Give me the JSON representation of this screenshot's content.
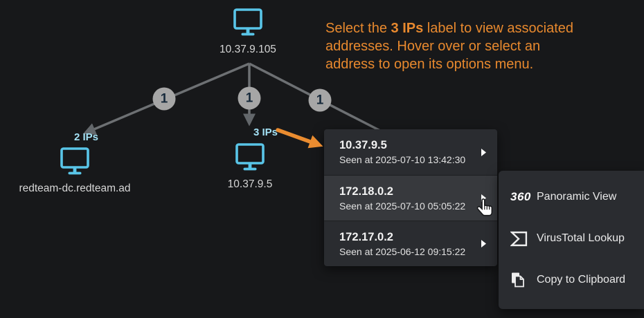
{
  "title": "Host topology graph with IP address options menu",
  "colors": {
    "background": "#17181a",
    "panel_bg": "#2a2c30",
    "panel_hover_bg": "#37393d",
    "node_icon_cyan": "#59c5e8",
    "count_label_cyan": "#a5e3f7",
    "instruction_orange": "#e8892e",
    "arrow_orange": "#ea8c30",
    "edge_gray": "#6d7073",
    "badge_bg": "#a6a6a6",
    "badge_text": "#16293b",
    "text_primary": "#e9e9e9"
  },
  "instruction": {
    "line1_pre": "Select the ",
    "line1_bold": "3 IPs",
    "line1_post": " label to view associated",
    "line2": "addresses. Hover over or select an",
    "line3": "address to open its options menu."
  },
  "graph": {
    "root": {
      "label": "10.37.9.105"
    },
    "edges": [
      {
        "badge": "1"
      },
      {
        "badge": "1"
      },
      {
        "badge": "1"
      }
    ],
    "children": [
      {
        "count_label": "2 IPs",
        "label": "redteam-dc.redteam.ad"
      },
      {
        "count_label": "3 IPs",
        "label": "10.37.9.5"
      }
    ]
  },
  "address_menu": {
    "items": [
      {
        "ip": "10.37.9.5",
        "seen": "Seen at 2025-07-10 13:42:30"
      },
      {
        "ip": "172.18.0.2",
        "seen": "Seen at 2025-07-10 05:05:22",
        "state": "hovered"
      },
      {
        "ip": "172.17.0.2",
        "seen": "Seen at 2025-06-12 09:15:22"
      }
    ]
  },
  "options_menu": {
    "items": [
      {
        "icon": "panoramic-360-icon",
        "icon_text": "360",
        "label": "Panoramic View"
      },
      {
        "icon": "virustotal-icon",
        "label": "VirusTotal Lookup"
      },
      {
        "icon": "copy-icon",
        "label": "Copy to Clipboard"
      }
    ]
  }
}
